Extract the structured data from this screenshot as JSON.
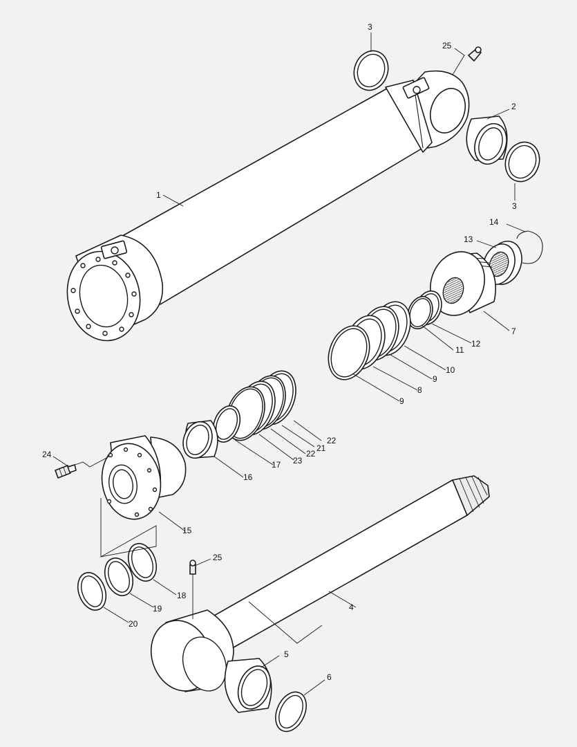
{
  "labels": {
    "p1": "1",
    "p2": "2",
    "p3a": "3",
    "p3b": "3",
    "p4": "4",
    "p5": "5",
    "p6": "6",
    "p7": "7",
    "p8": "8",
    "p9a": "9",
    "p9b": "9",
    "p10": "10",
    "p11": "11",
    "p12": "12",
    "p13": "13",
    "p14": "14",
    "p15": "15",
    "p16": "16",
    "p17": "17",
    "p18": "18",
    "p19": "19",
    "p20": "20",
    "p21": "21",
    "p22a": "22",
    "p22b": "22",
    "p23": "23",
    "p24": "24",
    "p25a": "25",
    "p25b": "25"
  }
}
